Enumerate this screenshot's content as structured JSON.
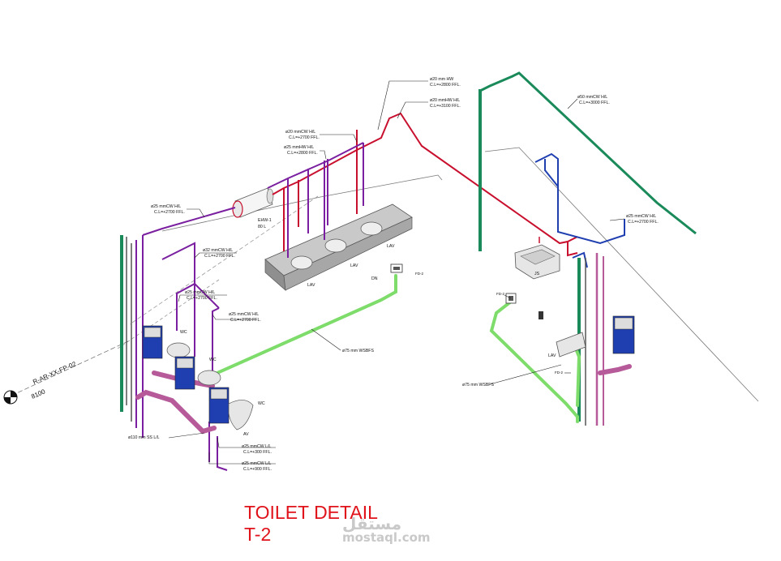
{
  "title": {
    "line1": "TOILET DETAIL",
    "line2": "T-2"
  },
  "watermark": {
    "arabic": "مستقل",
    "latin": "mostaql.com"
  },
  "section_marker": {
    "ref": "R-AR-XX-FP-02",
    "num": "8100"
  },
  "heater": {
    "tag": "EHW-1",
    "cap": "80 L"
  },
  "labels": {
    "hw20_a": "ø20 mm   HW",
    "hw20_b": "C.L=+2800 FFL.",
    "mhw20_a": "ø20 mmHW H/L",
    "mhw20_b": "C.L=+3100 FFL.",
    "cw20_a": "ø20 mmCW H/L",
    "cw20_b": "C.L=+2700 FFL.",
    "mhw25_a": "ø25 mmHW H/L",
    "mhw25_b": "C.L=+2800 FFL.",
    "cw25l_a": "ø25 mmCW H/L",
    "cw25l_b": "C.L=+2700 FFL.",
    "cw32_a": "ø32 mmCW H/L",
    "cw32_b": "C.L=+2700 FFL.",
    "cw25m_a": "ø25 mmCW H/L",
    "cw25m_b": "C.L=+2700 FFL.",
    "cw25n_a": "ø25 mmCW H/L",
    "cw25n_b": "C.L=+2700 FFL.",
    "cw50_a": "ø50 mmCW H/L",
    "cw50_b": "C.L=+3000 FFL.",
    "cw25r_a": "ø25 mmCW H/L",
    "cw25r_b": "C.L=+2700 FFL.",
    "wsbfs_l": "ø75 mm  WSBFS",
    "wsbfs_r": "ø75 mm  WSBFS",
    "ss110": "ø110 mm SS  L/L",
    "cwll1_a": "ø25 mmCW L/L",
    "cwll1_b": "C.L=+300 FFL.",
    "cwll2_a": "ø25 mmCW L/L",
    "cwll2_b": "C.L=+900 FFL.",
    "av": "AV",
    "dn": "DN",
    "fd2_a": "FD-2",
    "fd2_b": "FD-2",
    "fd2_c": "FD-2",
    "lav1": "LAV",
    "lav2": "LAV",
    "lav3": "LAV",
    "lav4": "LAV",
    "wc1": "WC",
    "wc2": "WC",
    "wc3": "WC",
    "js": "JS"
  },
  "colors": {
    "hot": "#c8102e",
    "cold": "#7a1fa0",
    "cold_main": "#1f3fb0",
    "riser": "#1a8a5a",
    "drain": "#7ddc6a",
    "title": "#e0131b"
  }
}
